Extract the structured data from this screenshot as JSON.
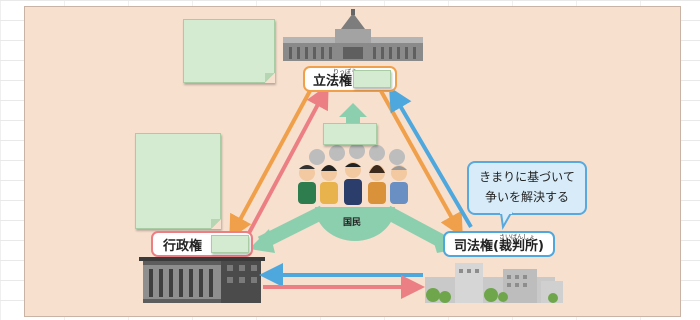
{
  "nodes": {
    "legislative": {
      "label": "立法権",
      "ruby": "りっぽう"
    },
    "executive": {
      "label": "行政権"
    },
    "judicial": {
      "label": "司法権(裁判所)",
      "ruby": "さいばんしょ"
    }
  },
  "center": {
    "label": "国民"
  },
  "callout": {
    "line1": "きまりに基づいて",
    "line2": "争いを解決する"
  },
  "colors": {
    "slide_bg": "#f8e0cf",
    "orange_arrow": "#f0a04a",
    "pink_arrow": "#ec7f84",
    "blue_arrow": "#4ea8de",
    "green_arrow": "#8ccfae",
    "sticky_fill": "#d4ebd1",
    "node_border_legislative": "#f0a04a",
    "node_border_executive": "#ec7f84",
    "node_border_judicial": "#4ea8de"
  },
  "icons": [
    "diet-building-icon",
    "government-office-icon",
    "courthouse-icon",
    "citizens-group-icon"
  ]
}
